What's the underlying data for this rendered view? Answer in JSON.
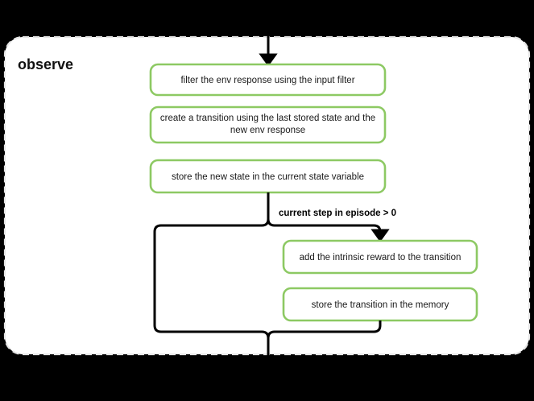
{
  "diagram": {
    "title": "observe",
    "background_color": "#000000",
    "group_fill": "#ffffff",
    "group_border_color": "#e6e6e6",
    "node_border_color": "#8dc963",
    "node_fill": "#ffffff",
    "edge_color": "#000000",
    "nodes": [
      {
        "id": "filter-env-response",
        "lines": [
          "filter the env response using the input filter"
        ]
      },
      {
        "id": "create-transition",
        "lines": [
          "create a transition using the last stored state and the",
          "new env response"
        ]
      },
      {
        "id": "store-new-state",
        "lines": [
          "store the new state in the current state variable"
        ]
      },
      {
        "id": "add-intrinsic-reward",
        "lines": [
          "add the intrinsic reward to the transition"
        ]
      },
      {
        "id": "store-transition-memory",
        "lines": [
          "store the transition in the memory"
        ]
      }
    ],
    "edge_labels": [
      {
        "id": "condition-current-step",
        "text": "current step in episode > 0"
      }
    ]
  }
}
